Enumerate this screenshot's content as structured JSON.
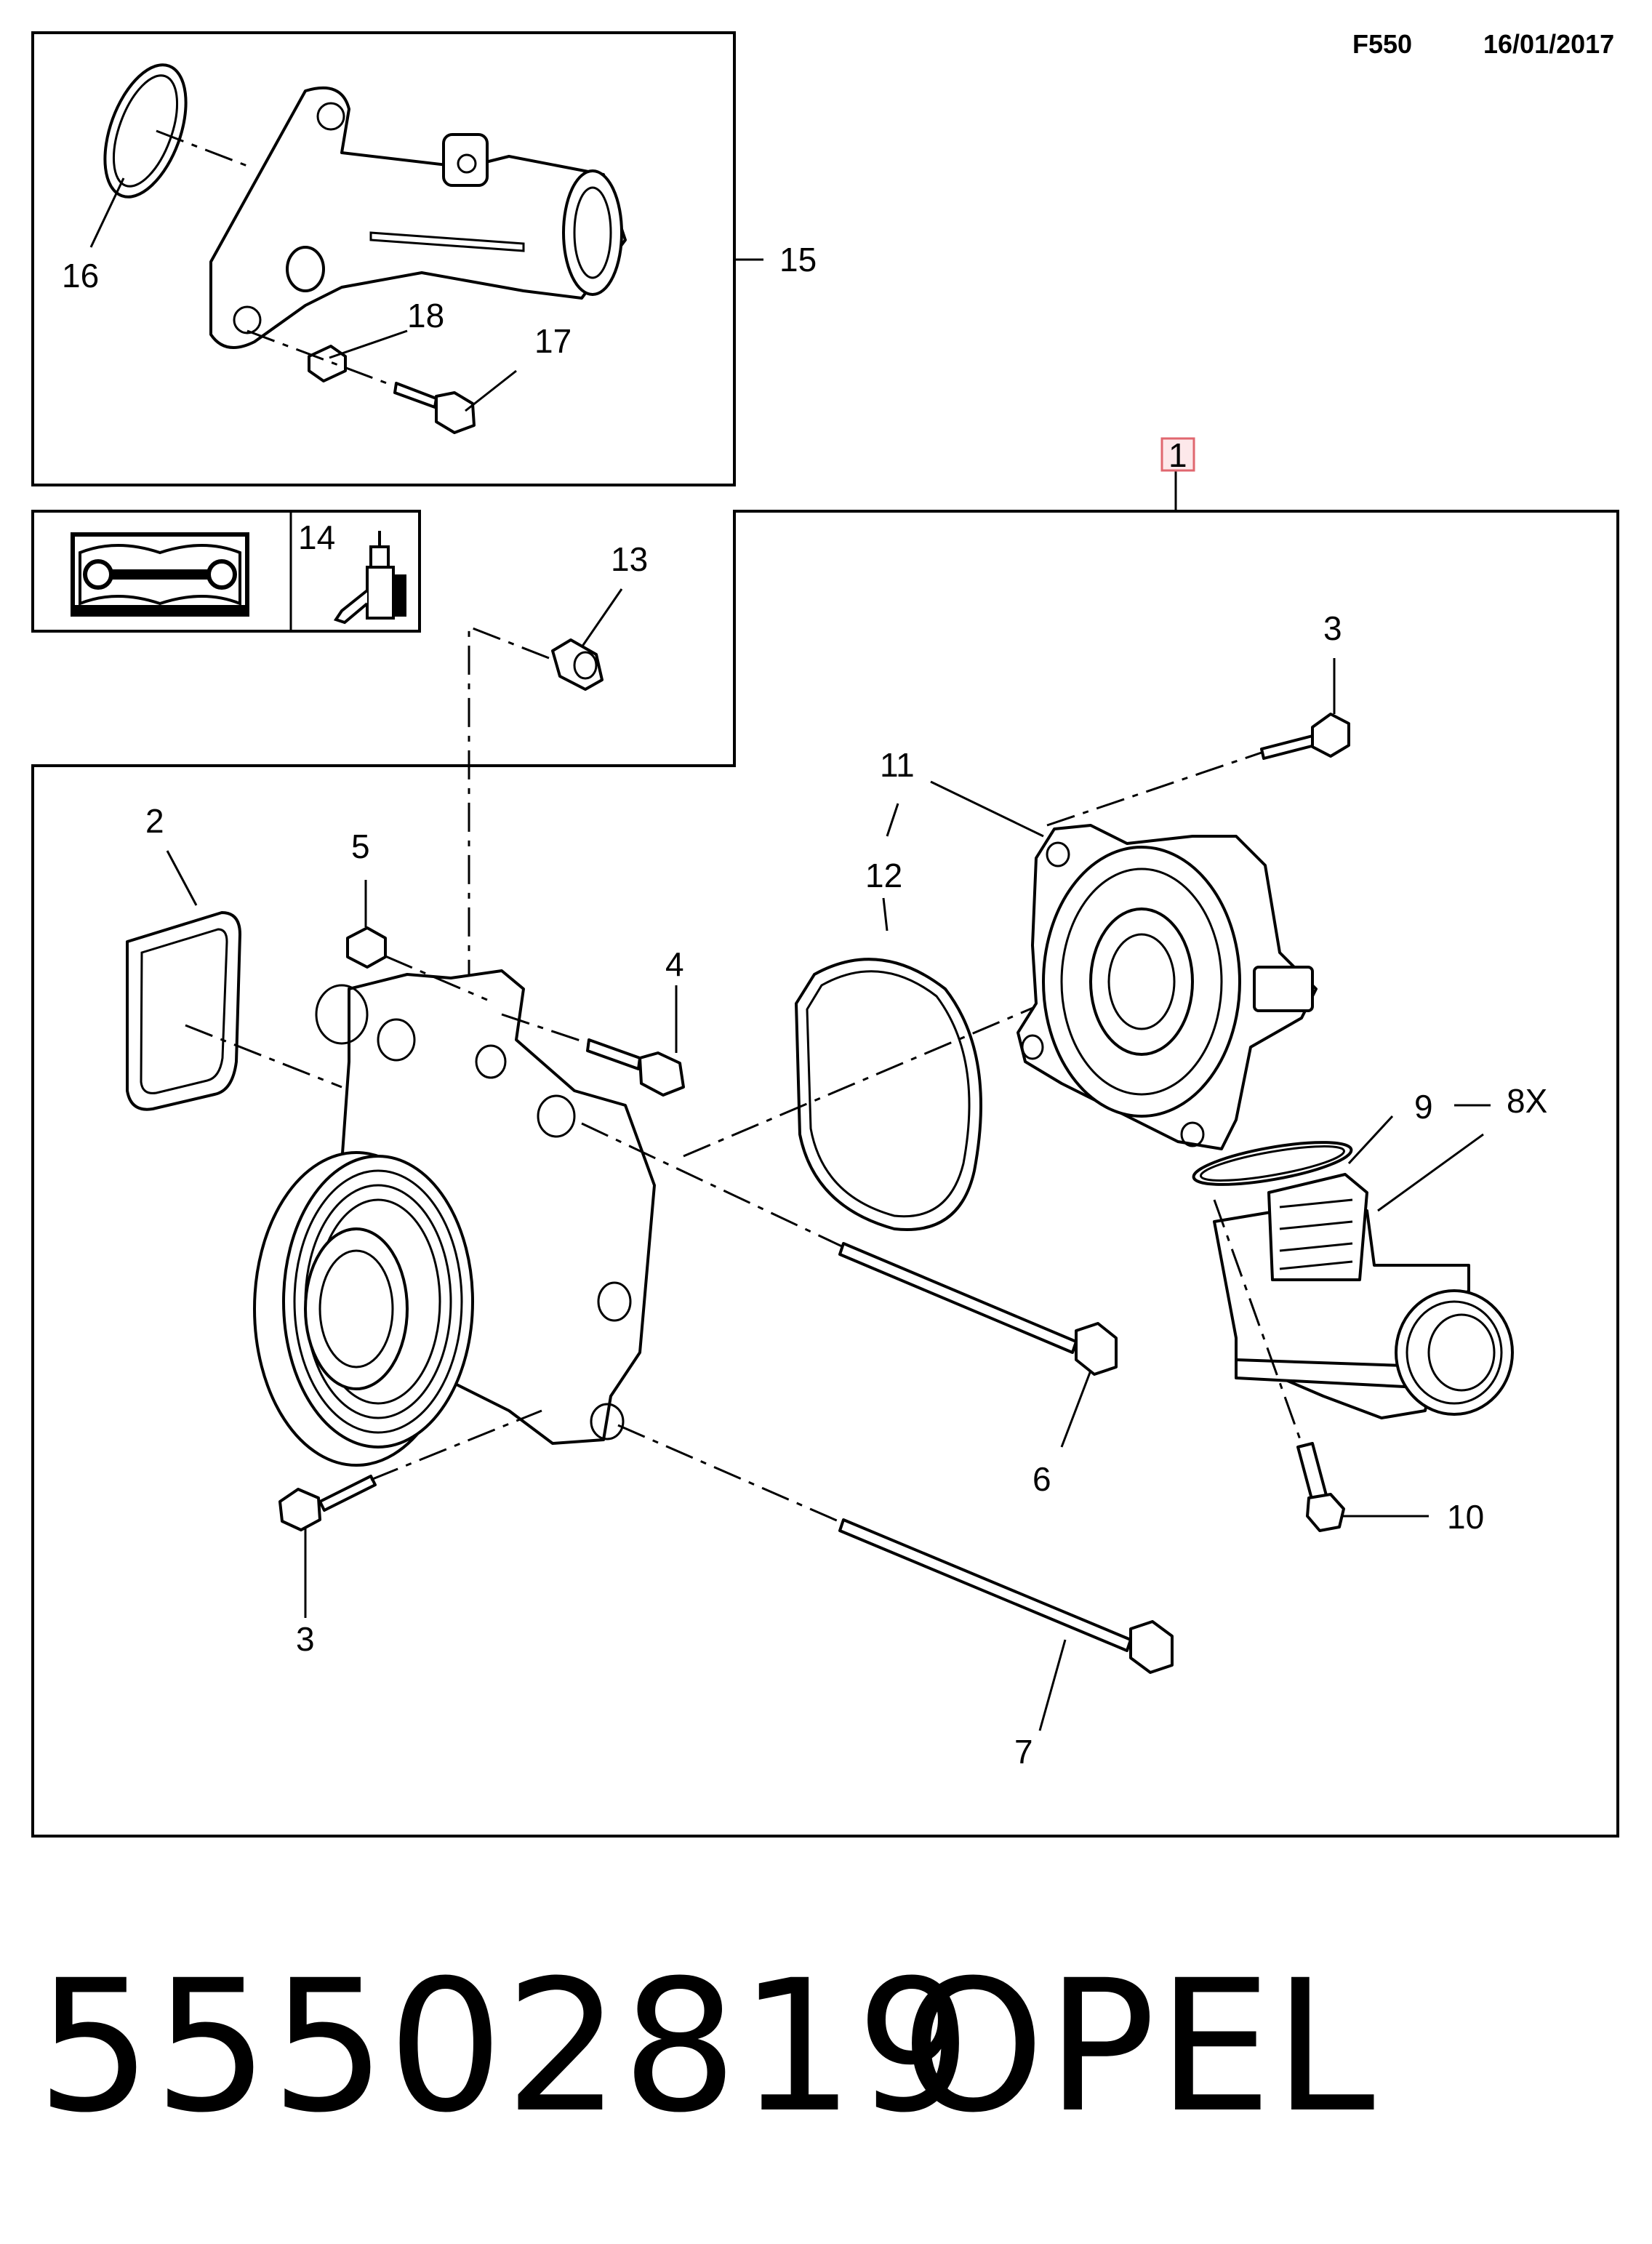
{
  "header": {
    "code": "F550",
    "date": "16/01/2017"
  },
  "callouts": {
    "c1": "1",
    "c2": "2",
    "c3a": "3",
    "c3b": "3",
    "c4": "4",
    "c5": "5",
    "c6": "6",
    "c7": "7",
    "c8": "8X",
    "c9": "9",
    "c10": "10",
    "c11": "11",
    "c12": "12",
    "c13": "13",
    "c14": "14",
    "c15": "15",
    "c16": "16",
    "c17": "17",
    "c18": "18"
  },
  "footer": {
    "part_number": "55502819",
    "brand": "OPEL"
  },
  "icons": [
    "manual-book-wrench-icon",
    "sealant-tube-icon"
  ],
  "colors": {
    "highlight_border": "#e0676f",
    "highlight_fill": "#fde8ea"
  }
}
